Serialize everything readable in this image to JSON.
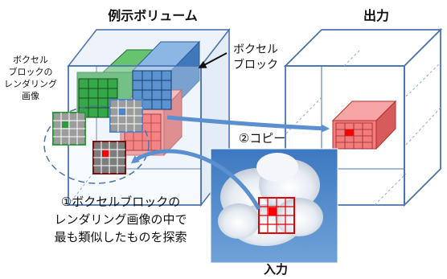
{
  "labels": {
    "example_volume": "例示ボリューム",
    "output": "出力",
    "input": "入力",
    "voxel_block_line1": "ボクセル",
    "voxel_block_line2": "ブロック",
    "rendered_image_line1": "ボクセル",
    "rendered_image_line2": "ブロックの",
    "rendered_image_line3": "レンダリング",
    "rendered_image_line4": "画像",
    "step2_copy": "②コピー",
    "step1_line1": "①ボクセルブロックの",
    "step1_line2": "レンダリング画像の中で",
    "step1_line3": "最も類似したものを探索"
  },
  "colors": {
    "volume_edge": "#4a72b0",
    "volume_face": "#eef3fb",
    "arrow": "#5a8fd0",
    "red_block": "#f47c7c",
    "green_block": "#35a84a",
    "blue_block": "#5a93d0",
    "highlight_red": "#ff0000",
    "highlight_green": "#2e9a3e",
    "highlight_blue": "#4c86c8"
  }
}
